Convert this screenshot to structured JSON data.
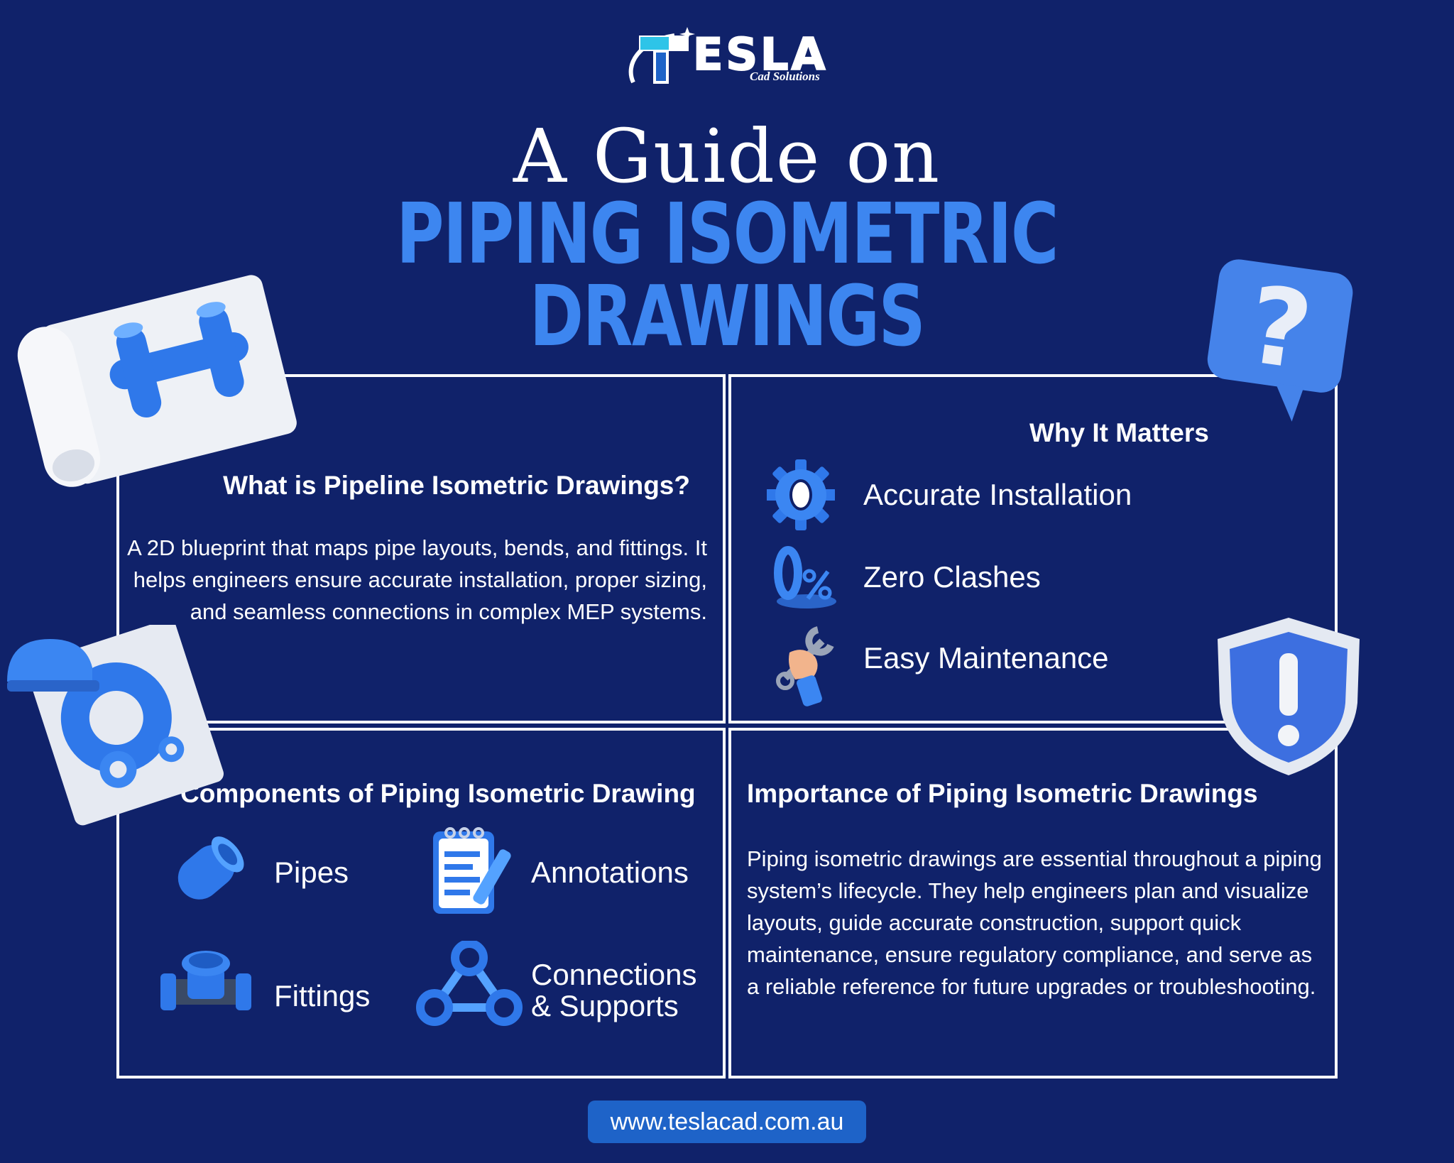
{
  "logo": {
    "word": "ESLA",
    "tagline": "Cad Solutions"
  },
  "title": {
    "line1": "A Guide on",
    "line2": "PIPING ISOMETRIC",
    "line3": "DRAWINGS"
  },
  "what_is": {
    "heading": "What is Pipeline Isometric Drawings?",
    "body": "A 2D blueprint that maps pipe layouts, bends, and fittings. It helps engineers ensure accurate installation, proper sizing, and seamless connections in complex MEP systems."
  },
  "why_matters": {
    "heading": "Why It Matters",
    "items": [
      {
        "label": "Accurate Installation",
        "icon": "gear-icon"
      },
      {
        "label": "Zero Clashes",
        "icon": "zero-percent-icon"
      },
      {
        "label": "Easy Maintenance",
        "icon": "wrench-hand-icon"
      }
    ]
  },
  "components": {
    "heading": "Components of Piping Isometric Drawing",
    "items": [
      {
        "label": "Pipes",
        "icon": "pipe-icon"
      },
      {
        "label": "Annotations",
        "icon": "notepad-icon"
      },
      {
        "label": "Fittings",
        "icon": "valve-icon"
      },
      {
        "label_line1": "Connections",
        "label_line2": "&  Supports",
        "icon": "connections-icon"
      }
    ]
  },
  "importance": {
    "heading": "Importance of Piping Isometric Drawings",
    "body": "Piping isometric drawings are essential throughout a piping system’s lifecycle. They help engineers plan and visualize layouts, guide accurate construction, support quick maintenance, ensure regulatory compliance, and serve as a reliable reference for future upgrades or troubleshooting."
  },
  "footer": {
    "url": "www.teslacad.com.au"
  },
  "colors": {
    "background": "#10226a",
    "accent": "#3d86f0",
    "button": "#1e63c8"
  }
}
